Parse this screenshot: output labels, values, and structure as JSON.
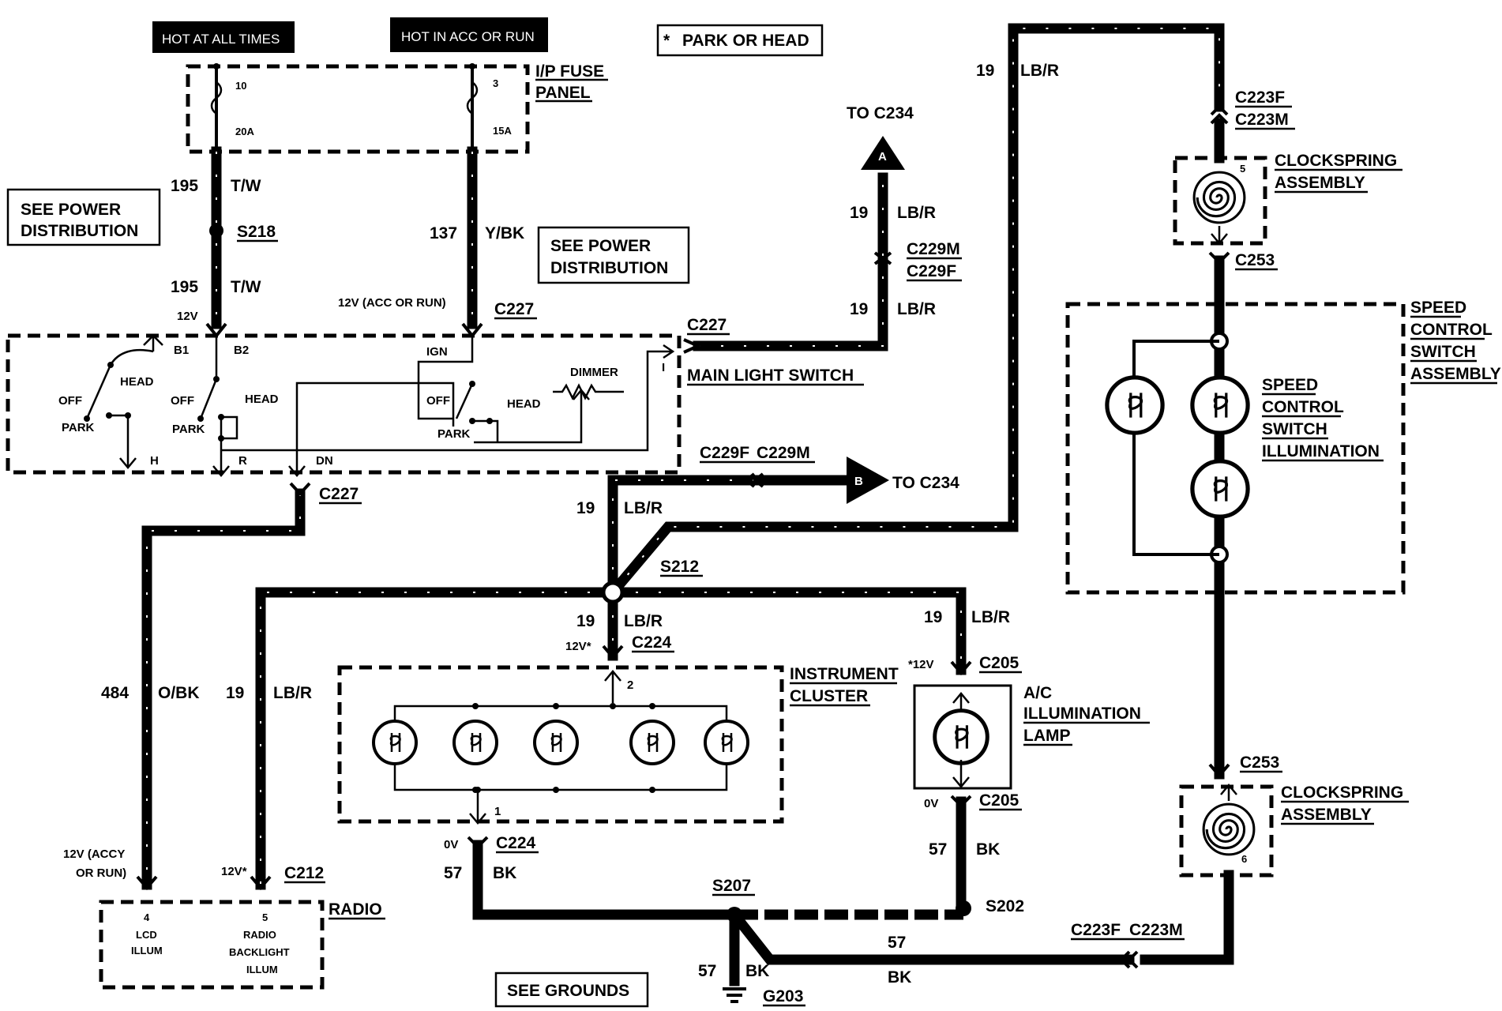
{
  "headers": {
    "hot_at_all_times": "HOT AT ALL TIMES",
    "hot_in_acc_or_run": "HOT IN ACC OR RUN",
    "park_or_head": "PARK OR HEAD",
    "asterisk": "*"
  },
  "fuse_panel": {
    "title1": "I/P FUSE",
    "title2": "PANEL",
    "fuse_a_number": "10",
    "fuse_a_rating": "20A",
    "fuse_b_number": "3",
    "fuse_b_rating": "15A"
  },
  "see_power_1": {
    "line1": "SEE POWER",
    "line2": "DISTRIBUTION"
  },
  "see_power_2": {
    "line1": "SEE POWER",
    "line2": "DISTRIBUTION"
  },
  "see_grounds": "SEE GROUNDS",
  "main_light_switch": {
    "title": "MAIN LIGHT SWITCH",
    "b1": "B1",
    "b2": "B2",
    "head_1": "HEAD",
    "off_1": "OFF",
    "park_1": "PARK",
    "off_2": "OFF",
    "head_2": "HEAD",
    "park_2": "PARK",
    "ign": "IGN",
    "off_3": "OFF",
    "head_3": "HEAD",
    "park_3": "PARK",
    "dimmer": "DIMMER",
    "pin_h": "H",
    "pin_r": "R",
    "pin_dn": "DN",
    "pin_i": "I"
  },
  "wires": {
    "w195a_num": "195",
    "w195a_color": "T/W",
    "s218": "S218",
    "w195b_num": "195",
    "w195b_color": "T/W",
    "v12": "12V",
    "w137_num": "137",
    "w137_color": "Y/BK",
    "v12_acc_run": "12V (ACC OR RUN)",
    "c227_top": "C227",
    "c227_right": "C227",
    "c227_bottom": "C227",
    "to_c234_a": "TO C234",
    "conn_a": "A",
    "w19_a_num": "19",
    "w19_a_color": "LB/R",
    "c229m_a": "C229M",
    "c229f_a": "C229F",
    "w19_b_num": "19",
    "w19_b_color": "LB/R",
    "c229f_b": "C229F",
    "c229m_b": "C229M",
    "conn_b": "B",
    "to_c234_b": "TO C234",
    "w19_c_num": "19",
    "w19_c_color": "LB/R",
    "s212": "S212",
    "w19_d_num": "19",
    "w19_d_color": "LB/R",
    "v12_star_c224": "12V*",
    "c224_top": "C224",
    "w19_e_num": "19",
    "w19_e_color": "LB/R",
    "star12v_c205": "*12V",
    "c205_top": "C205",
    "w19_top_num": "19",
    "w19_top_color": "LB/R",
    "w484_num": "484",
    "w484_color": "O/BK",
    "w19_radio_num": "19",
    "w19_radio_color": "LB/R",
    "v12_accy1": "12V (ACCY",
    "v12_accy2": "OR RUN)",
    "v12_star_c212": "12V*",
    "c212": "C212",
    "v0_c224": "0V",
    "c224_bottom": "C224",
    "w57_a_num": "57",
    "w57_a_color": "BK",
    "v0_c205": "0V",
    "c205_bottom": "C205",
    "w57_b_num": "57",
    "w57_b_color": "BK",
    "s207": "S207",
    "s202": "S202",
    "w57_c_num": "57",
    "w57_c_color": "BK",
    "w57_d_num": "57",
    "w57_d_color": "BK",
    "g203": "G203",
    "c223f_bottom": "C223F",
    "c223m_bottom": "C223M",
    "c223f_top": "C223F",
    "c223m_top": "C223M",
    "c253_top": "C253",
    "c253_bottom": "C253"
  },
  "instrument_cluster": {
    "line1": "INSTRUMENT",
    "line2": "CLUSTER",
    "pin2": "2",
    "pin1": "1"
  },
  "ac_lamp": {
    "line1": "A/C",
    "line2": "ILLUMINATION",
    "line3": "LAMP"
  },
  "radio": {
    "title": "RADIO",
    "pin4": "4",
    "pin4_l1": "LCD",
    "pin4_l2": "ILLUM",
    "pin5": "5",
    "pin5_l1": "RADIO",
    "pin5_l2": "BACKLIGHT",
    "pin5_l3": "ILLUM"
  },
  "clockspring_top": {
    "line1": "CLOCKSPRING",
    "line2": "ASSEMBLY",
    "pin": "5"
  },
  "clockspring_bottom": {
    "line1": "CLOCKSPRING",
    "line2": "ASSEMBLY",
    "pin": "6"
  },
  "speed_control_assembly": {
    "line1": "SPEED",
    "line2": "CONTROL",
    "line3": "SWITCH",
    "line4": "ASSEMBLY"
  },
  "speed_control_illum": {
    "line1": "SPEED",
    "line2": "CONTROL",
    "line3": "SWITCH",
    "line4": "ILLUMINATION"
  }
}
